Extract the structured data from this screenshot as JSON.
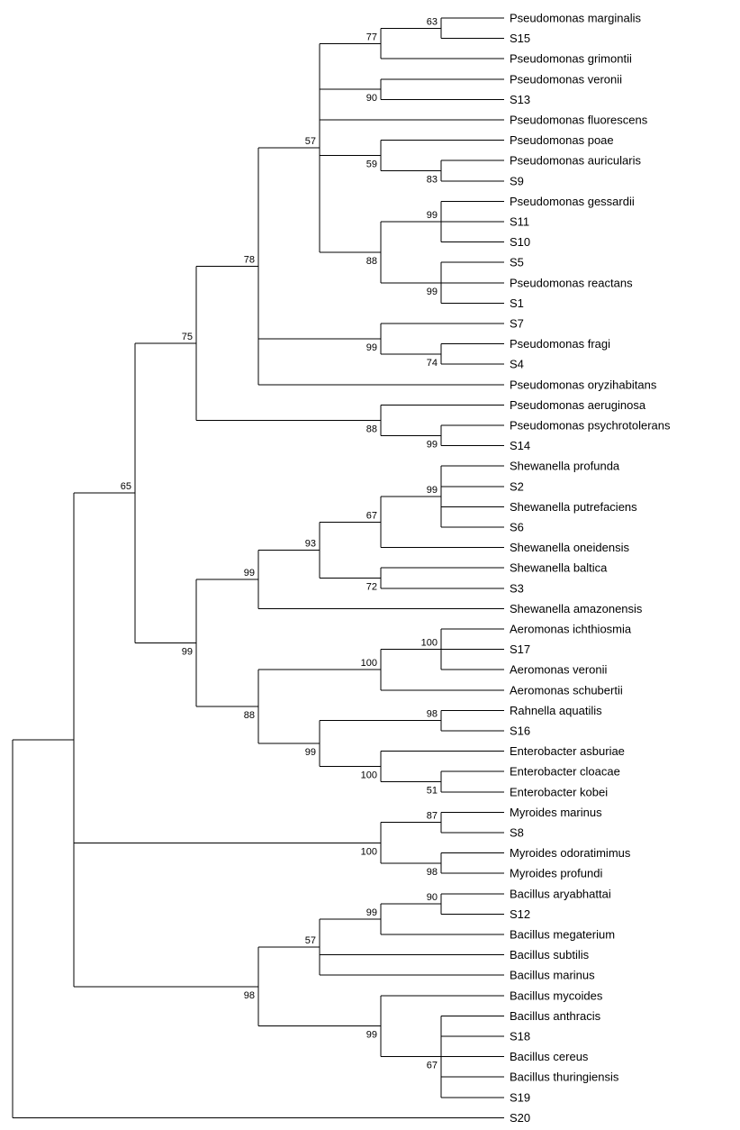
{
  "tree": {
    "leaves": [
      "Pseudomonas marginalis",
      "S15",
      "Pseudomonas grimontii",
      "Pseudomonas veronii",
      "S13",
      "Pseudomonas fluorescens",
      "Pseudomonas poae",
      "Pseudomonas auricularis",
      "S9",
      "Pseudomonas gessardii",
      "S11",
      "S10",
      "S5",
      "Pseudomonas reactans",
      "S1",
      "S7",
      "Pseudomonas fragi",
      "S4",
      "Pseudomonas oryzihabitans",
      "Pseudomonas aeruginosa",
      "Pseudomonas psychrotolerans",
      "S14",
      "Shewanella profunda",
      "S2",
      "Shewanella putrefaciens",
      "S6",
      "Shewanella oneidensis",
      "Shewanella baltica",
      "S3",
      "Shewanella amazonensis",
      "Aeromonas ichthiosmia",
      "S17",
      "Aeromonas veronii",
      "Aeromonas schubertii",
      "Rahnella aquatilis",
      "S16",
      "Enterobacter asburiae",
      "Enterobacter cloacae",
      "Enterobacter kobei",
      "Myroides marinus",
      "S8",
      "Myroides odoratimimus",
      "Myroides profundi",
      "Bacillus aryabhattai",
      "S12",
      "Bacillus megaterium",
      "Bacillus subtilis",
      "Bacillus marinus",
      "Bacillus mycoides",
      "Bacillus anthracis",
      "S18",
      "Bacillus cereus",
      "Bacillus thuringiensis",
      "S19",
      "S20"
    ],
    "bootstrap": {
      "pm_s15": "63",
      "pm_grp": "77",
      "pv_s13": "90",
      "pseudo_core": "57",
      "pa_s9": "83",
      "poae_grp": "59",
      "pg_s11": "99",
      "s5_grp": "99",
      "gess_grp": "88",
      "pf_s4": "74",
      "s7_grp": "99",
      "pseudo_upper": "78",
      "pp_s14": "99",
      "aer_grp": "88",
      "pseudo_all": "75",
      "shew_prof": "99",
      "shew_67": "67",
      "shew_balt": "72",
      "shew_93": "93",
      "shew_all": "99",
      "aer_ich": "100",
      "aer_all": "100",
      "rahnella": "98",
      "ent_kobei": "51",
      "ent_all": "100",
      "rahn_ent": "99",
      "aer_ent": "88",
      "gamma_ab": "99",
      "gamma_all": "65",
      "myr_mar": "87",
      "myr_odo": "98",
      "myr_all": "100",
      "bac_ary": "90",
      "bac_mega": "99",
      "bac_57": "57",
      "bac_cer": "67",
      "bac_myc": "99",
      "bac_all": "98"
    }
  }
}
